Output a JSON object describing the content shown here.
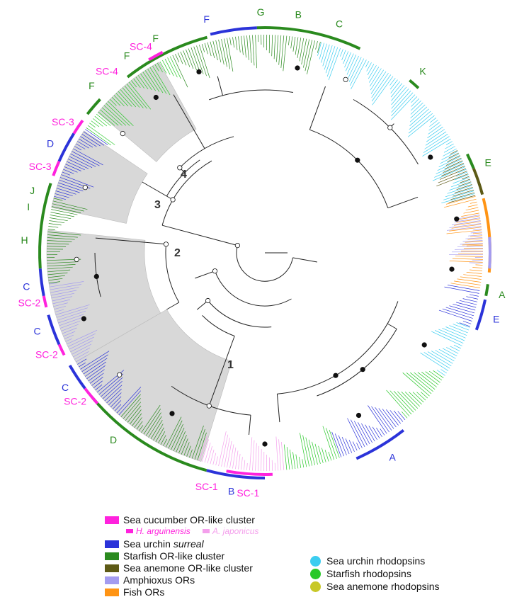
{
  "colors": {
    "sea_cucumber": "#ff22dd",
    "h_arguinensis": "#ff22dd",
    "a_japonicus": "#f4a0ec",
    "sea_urchin_surreal": "#2b33d9",
    "starfish_or": "#2a8a1e",
    "sea_anemone_or": "#5d5a16",
    "amphioxus_or": "#a49cf0",
    "fish_or": "#ff9414",
    "sea_urchin_rhodopsin": "#3ccdf0",
    "starfish_rhodopsin": "#28c828",
    "sea_anemone_rhodopsin": "#c8c828",
    "clade_shading": "#d8d8d8",
    "branch": "#222222"
  },
  "clade_numbers": [
    "1",
    "2",
    "3",
    "4"
  ],
  "outer_labels": [
    {
      "text": "F",
      "color": "#2b33d9",
      "angle": -14
    },
    {
      "text": "G",
      "color": "#2a8a1e",
      "angle": -1
    },
    {
      "text": "B",
      "color": "#2a8a1e",
      "angle": 8
    },
    {
      "text": "C",
      "color": "#2a8a1e",
      "angle": 18
    },
    {
      "text": "K",
      "color": "#2a8a1e",
      "angle": 41
    },
    {
      "text": "E",
      "color": "#2a8a1e",
      "angle": 68
    },
    {
      "text": "A",
      "color": "#2a8a1e",
      "angle": 100
    },
    {
      "text": "E",
      "color": "#2b33d9",
      "angle": 106
    },
    {
      "text": "A",
      "color": "#2b33d9",
      "angle": 148
    },
    {
      "text": "SC-1",
      "color": "#ff22dd",
      "angle": 184
    },
    {
      "text": "B",
      "color": "#2b33d9",
      "angle": 188
    },
    {
      "text": "SC-1",
      "color": "#ff22dd",
      "angle": 194
    },
    {
      "text": "D",
      "color": "#2a8a1e",
      "angle": 219
    },
    {
      "text": "SC-2",
      "color": "#ff22dd",
      "angle": 232
    },
    {
      "text": "C",
      "color": "#2b33d9",
      "angle": 236
    },
    {
      "text": "SC-2",
      "color": "#ff22dd",
      "angle": 245
    },
    {
      "text": "C",
      "color": "#2b33d9",
      "angle": 251
    },
    {
      "text": "SC-2",
      "color": "#ff22dd",
      "angle": 258
    },
    {
      "text": "C",
      "color": "#2b33d9",
      "angle": 262
    },
    {
      "text": "H",
      "color": "#2a8a1e",
      "angle": 273
    },
    {
      "text": "I",
      "color": "#2a8a1e",
      "angle": 281
    },
    {
      "text": "J",
      "color": "#2a8a1e",
      "angle": 285
    },
    {
      "text": "SC-3",
      "color": "#ff22dd",
      "angle": 291
    },
    {
      "text": "D",
      "color": "#2b33d9",
      "angle": 297
    },
    {
      "text": "SC-3",
      "color": "#ff22dd",
      "angle": 303
    },
    {
      "text": "F",
      "color": "#2a8a1e",
      "angle": 314
    },
    {
      "text": "SC-4",
      "color": "#ff22dd",
      "angle": 319
    },
    {
      "text": "F",
      "color": "#2a8a1e",
      "angle": 325
    },
    {
      "text": "SC-4",
      "color": "#ff22dd",
      "angle": 329
    },
    {
      "text": "F",
      "color": "#2a8a1e",
      "angle": 333
    }
  ],
  "legend": {
    "sea_cucumber": "Sea cucumber OR-like cluster",
    "h_arguinensis": "H. arguinensis",
    "a_japonicus": "A. japonicus",
    "sea_urchin_prefix": "Sea urchin",
    "sea_urchin_italic": "surreal",
    "starfish_or": "Starfish OR-like cluster",
    "sea_anemone_or": "Sea anemone OR-like cluster",
    "amphioxus_or": "Amphioxus ORs",
    "fish_or": "Fish ORs",
    "sea_urchin_rhodopsin": "Sea urchin rhodopsins",
    "starfish_rhodopsin": "Starfish rhodopsins",
    "sea_anemone_rhodopsin": "Sea anemone rhodopsins"
  }
}
